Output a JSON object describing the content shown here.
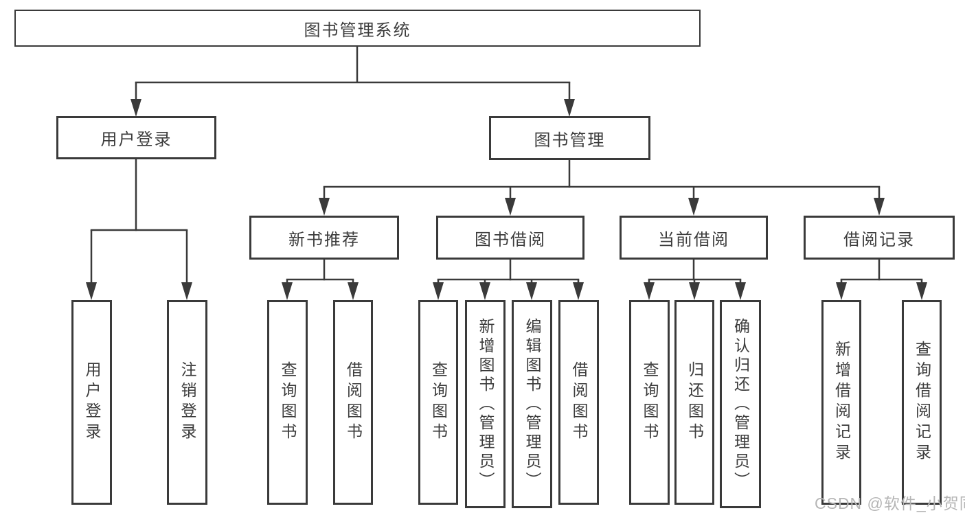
{
  "diagram": {
    "root": {
      "label": "图书管理系统"
    },
    "branches": [
      {
        "label": "用户登录",
        "children": [
          {
            "label": "用户登录"
          },
          {
            "label": "注销登录"
          }
        ]
      },
      {
        "label": "图书管理",
        "sections": [
          {
            "label": "新书推荐",
            "children": [
              {
                "label": "查询图书"
              },
              {
                "label": "借阅图书"
              }
            ]
          },
          {
            "label": "图书借阅",
            "children": [
              {
                "label": "查询图书"
              },
              {
                "label": "新增图书（管理员）"
              },
              {
                "label": "编辑图书（管理员）"
              },
              {
                "label": "借阅图书"
              }
            ]
          },
          {
            "label": "当前借阅",
            "children": [
              {
                "label": "查询图书"
              },
              {
                "label": "归还图书"
              },
              {
                "label": "确认归还（管理员）"
              }
            ]
          },
          {
            "label": "借阅记录",
            "children": [
              {
                "label": "新增借阅记录"
              },
              {
                "label": "查询借阅记录"
              }
            ]
          }
        ]
      }
    ],
    "watermark": {
      "text": "CSDN @软件_小贺同学"
    },
    "colors": {
      "line": "#3a3a3a",
      "text": "#3c3c3c",
      "watermark": "#b5b5b5",
      "background": "#ffffff"
    }
  }
}
